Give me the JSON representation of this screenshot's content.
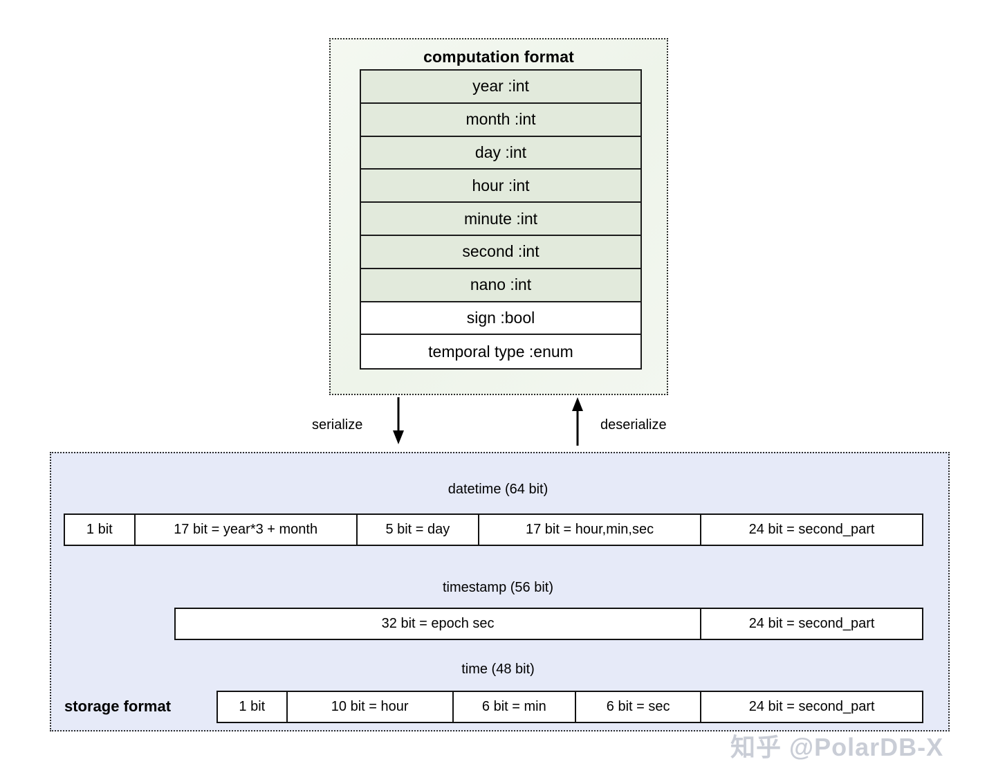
{
  "diagram": {
    "computation": {
      "title": "computation format",
      "fields": [
        {
          "label": "year :int",
          "style": "shaded"
        },
        {
          "label": "month :int",
          "style": "shaded"
        },
        {
          "label": "day :int",
          "style": "shaded"
        },
        {
          "label": "hour :int",
          "style": "shaded"
        },
        {
          "label": "minute :int",
          "style": "shaded"
        },
        {
          "label": "second :int",
          "style": "shaded"
        },
        {
          "label": "nano :int",
          "style": "shaded"
        },
        {
          "label": "sign :bool",
          "style": "plain"
        },
        {
          "label": "temporal type :enum",
          "style": "plain"
        }
      ],
      "fill_color": "#eef4ea",
      "field_color": "#e2eadc"
    },
    "arrows": {
      "serialize": "serialize",
      "deserialize": "deserialize"
    },
    "storage": {
      "label": "storage format",
      "fill_color": "#e6eaf8",
      "rows": [
        {
          "caption": "datetime (64 bit)",
          "cells": [
            "1 bit",
            "17 bit = year*3 + month",
            "5 bit = day",
            "17 bit = hour,min,sec",
            "24 bit = second_part"
          ]
        },
        {
          "caption": "timestamp (56 bit)",
          "cells": [
            "32 bit = epoch sec",
            "24 bit = second_part"
          ]
        },
        {
          "caption": "time (48 bit)",
          "cells": [
            "1 bit",
            "10 bit = hour",
            "6 bit = min",
            "6 bit = sec",
            "24 bit = second_part"
          ]
        }
      ]
    },
    "watermark": "知乎 @PolarDB-X"
  }
}
